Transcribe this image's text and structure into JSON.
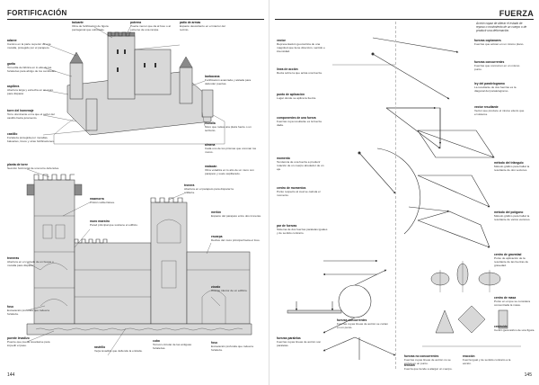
{
  "left": {
    "title": "FORTIFICACIÓN",
    "page_number": "144",
    "entries": [
      {
        "term": "adarve",
        "def": "Camino en la parte superior de una muralla, protegido por el parapeto."
      },
      {
        "term": "garita",
        "def": "Torrecilla de fábrica en lo alto de las fortalezas para abrigo de los centinelas."
      },
      {
        "term": "aspillera",
        "def": "Abertura larga y estrecha en un muro para disparar."
      },
      {
        "term": "torre del homenaje",
        "def": "Torre dominante en la que el señor del castillo hacía juramento."
      },
      {
        "term": "castillo",
        "def": "Fortaleza protegida por murallas, baluartes, fosos y otras fortificaciones."
      },
      {
        "term": "baluarte",
        "def": "Obra de fortificación de figura pentagonal que sobresale."
      },
      {
        "term": "poterna",
        "def": "Puerta menor que da al foso o al extremo de una rampa."
      },
      {
        "term": "patio de armas",
        "def": "Espacio descubierto en el interior del recinto."
      },
      {
        "term": "barbacana",
        "def": "Fortificación avanzada y aislada para defender puertas."
      },
      {
        "term": "muralla",
        "def": "Muro que rodea una plaza fuerte o un territorio."
      },
      {
        "term": "almena",
        "def": "Cada uno de los prismas que coronan los muros."
      },
      {
        "term": "matacán",
        "def": "Obra voladiza en lo alto de un muro con parapeto y suelo aspillerado."
      },
      {
        "term": "planta de torre",
        "def": "Sección horizontal de una torre defensiva."
      },
      {
        "term": "mazmorra",
        "def": "Prisión subterránea."
      },
      {
        "term": "muro maestro",
        "def": "Pared principal que sostiene el edificio."
      },
      {
        "term": "troneras",
        "def": "Abertura en el costado de un buque o muralla para disparar."
      },
      {
        "term": "foso",
        "def": "Excavación profunda que rodea la fortaleza."
      },
      {
        "term": "puente levadizo",
        "def": "Puente que puede levantarse para impedir el paso."
      },
      {
        "term": "rastrillo",
        "def": "Verja levadiza que defiende la entrada."
      },
      {
        "term": "tronera",
        "def": "Abertura en el parapeto para disparar la artillería."
      },
      {
        "term": "merlón",
        "def": "Espacio del parapeto entre dos troneras."
      },
      {
        "term": "escarpa",
        "def": "Declive del muro principal hacia el foso."
      },
      {
        "term": "zócalo",
        "def": "Cuerpo inferior de un edificio."
      },
      {
        "term": "cubo",
        "def": "Torreón circular de las antiguas fortalezas."
      },
      {
        "term": "foso",
        "def": "Excavación profunda que rodea la fortaleza."
      }
    ]
  },
  "right": {
    "title": "FUERZA",
    "page_number": "145",
    "intro": "Acción capaz de alterar el estado de reposo o movimiento de un cuerpo o de producir una deformación.",
    "entries": [
      {
        "term": "vector",
        "def": "Representación geométrica de una magnitud que tiene dirección, sentido e intensidad."
      },
      {
        "term": "línea de acción",
        "def": "Recta sobre la que actúa una fuerza."
      },
      {
        "term": "punto de aplicación",
        "def": "Lugar donde se aplica la fuerza."
      },
      {
        "term": "componentes de una fuerza",
        "def": "Fuerzas cuya resultante es la fuerza dada."
      },
      {
        "term": "momento",
        "def": "Tendencia de una fuerza a producir rotación de un cuerpo alrededor de un eje."
      },
      {
        "term": "centro de momentos",
        "def": "Punto respecto al cual se calcula el momento."
      },
      {
        "term": "par de fuerzas",
        "def": "Sistema de dos fuerzas paralelas iguales y de sentido contrario."
      },
      {
        "term": "fuerzas concurrentes",
        "def": "Fuerzas cuyas líneas de acción se cortan en un punto."
      },
      {
        "term": "fuerzas paralelas",
        "def": "Fuerzas cuyas líneas de acción son paralelas."
      },
      {
        "term": "fuerzas coplanares",
        "def": "Fuerzas que actúan en un mismo plano."
      },
      {
        "term": "fuerzas concurrentes",
        "def": "Fuerzas que concurren en un mismo punto."
      },
      {
        "term": "ley del paralelogramo",
        "def": "La resultante de dos fuerzas es la diagonal del paralelogramo."
      },
      {
        "term": "vector resultante",
        "def": "Vector que produce el mismo efecto que el sistema."
      },
      {
        "term": "método del triángulo",
        "def": "Método gráfico para hallar la resultante de dos vectores."
      },
      {
        "term": "método del polígono",
        "def": "Método gráfico para hallar la resultante de varios vectores."
      },
      {
        "term": "centro de gravedad",
        "def": "Punto de aplicación de la resultante de las fuerzas de gravedad."
      },
      {
        "term": "centro de masa",
        "def": "Punto en el que se considera concentrada la masa."
      },
      {
        "term": "centroide",
        "def": "Centro geométrico de una figura."
      },
      {
        "term": "fuerzas no concurrentes",
        "def": "Fuerzas cuyas líneas de acción no se cortan en un punto."
      },
      {
        "term": "reacción",
        "def": "Fuerza igual y de sentido contrario a la acción."
      },
      {
        "term": "tensión",
        "def": "Fuerza que tiende a alargar un cuerpo."
      }
    ]
  }
}
